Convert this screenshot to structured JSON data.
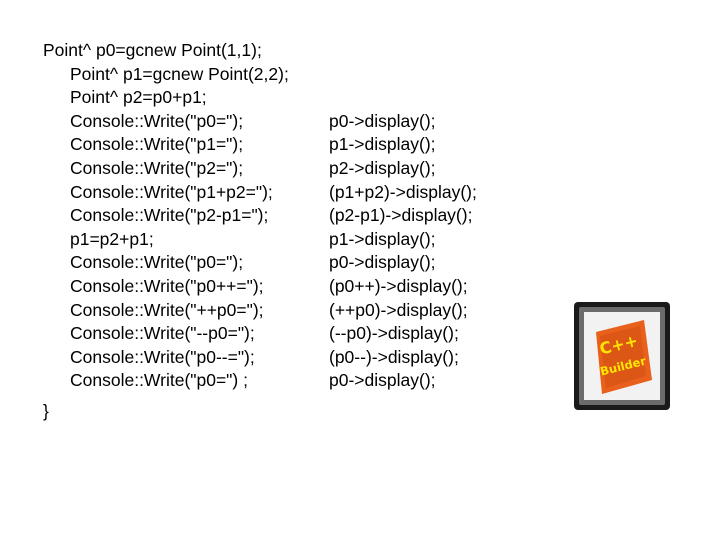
{
  "code": {
    "first_line": "Point^ p0=gcnew Point(1,1);",
    "lines": [
      {
        "left": "Point^ p1=gcnew Point(2,2);",
        "right": ""
      },
      {
        "left": "Point^ p2=p0+p1;",
        "right": ""
      },
      {
        "left": "Console::Write(\"p0=\");",
        "right": "p0->display();"
      },
      {
        "left": "Console::Write(\"p1=\");",
        "right": "p1->display();"
      },
      {
        "left": "Console::Write(\"p2=\");",
        "right": "p2->display();"
      },
      {
        "left": "Console::Write(\"p1+p2=\");",
        "right": "(p1+p2)->display();"
      },
      {
        "left": "Console::Write(\"p2-p1=\");",
        "right": "(p2-p1)->display();"
      },
      {
        "left": "p1=p2+p1;",
        "right": "p1->display();"
      },
      {
        "left": "Console::Write(\"p0=\");",
        "right": "p0->display();"
      },
      {
        "left": "Console::Write(\"p0++=\");",
        "right": "(p0++)->display();"
      },
      {
        "left": "Console::Write(\"++p0=\");",
        "right": "(++p0)->display();"
      },
      {
        "left": "Console::Write(\"--p0=\");",
        "right": "(--p0)->display();"
      },
      {
        "left": "Console::Write(\"p0--=\");",
        "right": "(p0--)->display();"
      },
      {
        "left": "Console::Write(\"p0=\") ;",
        "right": "p0->display();"
      }
    ],
    "closing_brace": "}"
  },
  "logo": {
    "icon": "cpp-builder-logo",
    "text_top": "C++",
    "text_bottom": "Builder",
    "colors": {
      "frame": "#1a1a1a",
      "inner_shadow": "#6b6b6b",
      "panel": "#f2f2f2",
      "badge": "#e8601c",
      "badge_text": "#ffe600"
    }
  }
}
